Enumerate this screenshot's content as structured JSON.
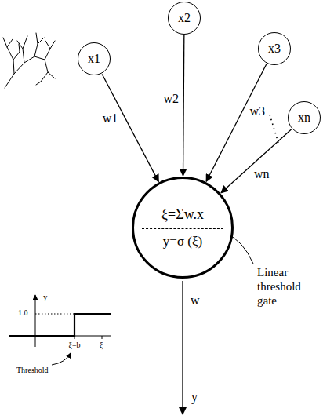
{
  "diagram": {
    "nodes": [
      {
        "text": [
          "x1"
        ]
      },
      {
        "text": [
          "x2"
        ]
      },
      {
        "text": [
          "x3"
        ]
      },
      {
        "text": [
          "xn"
        ]
      },
      {
        "text": [
          "ξ=Σw.x",
          "y=σ (ξ)"
        ]
      }
    ],
    "edges": [
      {
        "from": 0,
        "to": 4,
        "label": "w1",
        "arrow": "to"
      },
      {
        "from": 1,
        "to": 4,
        "label": "w2",
        "arrow": "to"
      },
      {
        "from": 2,
        "to": 4,
        "label": "w3",
        "arrow": "to"
      },
      {
        "from": 3,
        "to": 4,
        "label": "wn",
        "arrow": "to"
      }
    ],
    "labels": [
      "w",
      "y",
      "Linear threshold gate",
      "y",
      "1.0",
      "ξ=b",
      "ξ",
      "Threshold"
    ]
  }
}
